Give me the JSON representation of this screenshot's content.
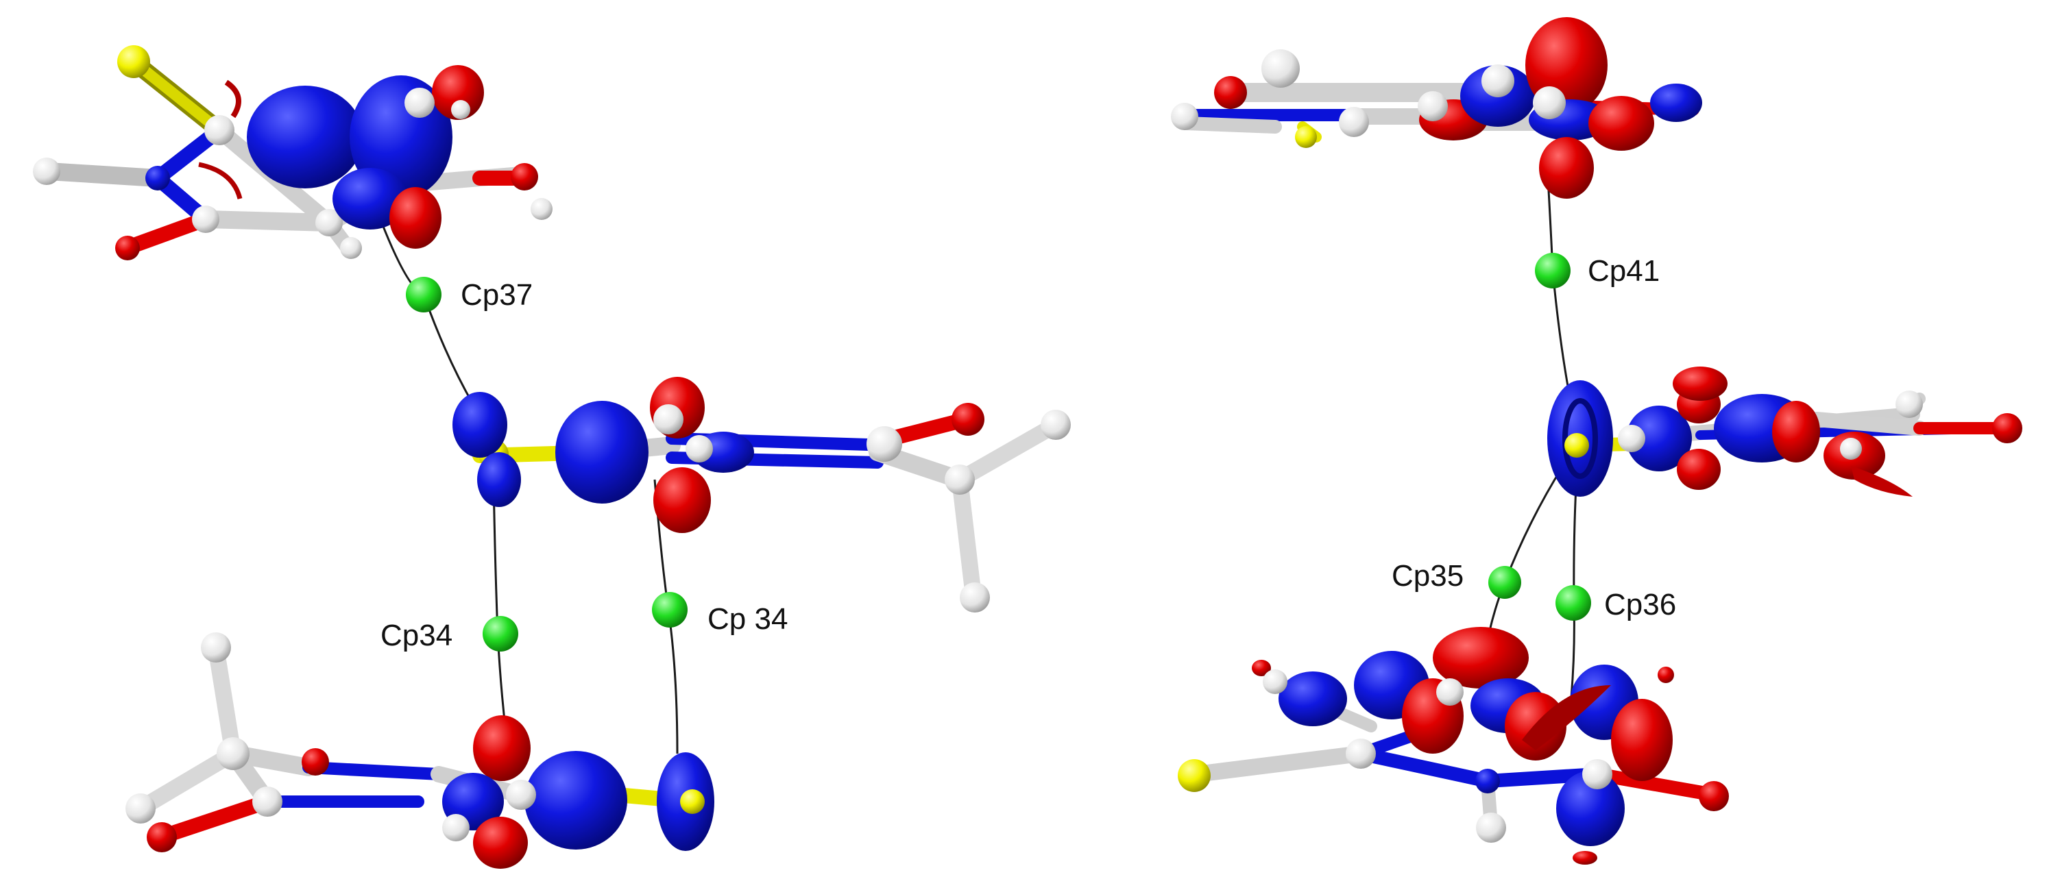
{
  "colors": {
    "background": "#ffffff",
    "carbon": "#d9d9d9",
    "hydrogen": "#f2f2f2",
    "nitrogen": "#0b12d8",
    "oxygen": "#e00000",
    "sulfur": "#f0f000",
    "lobe_positive": "#0a0fd0",
    "lobe_negative": "#e00000",
    "critical_point": "#22dd22",
    "bond_path": "#1a1a1a"
  },
  "critical_points": [
    {
      "label": "Cp37",
      "panel": "left"
    },
    {
      "label": "Cp34",
      "panel": "left"
    },
    {
      "label": "Cp 34",
      "panel": "left"
    },
    {
      "label": "Cp41",
      "panel": "right"
    },
    {
      "label": "Cp35",
      "panel": "right"
    },
    {
      "label": "Cp36",
      "panel": "right"
    }
  ]
}
